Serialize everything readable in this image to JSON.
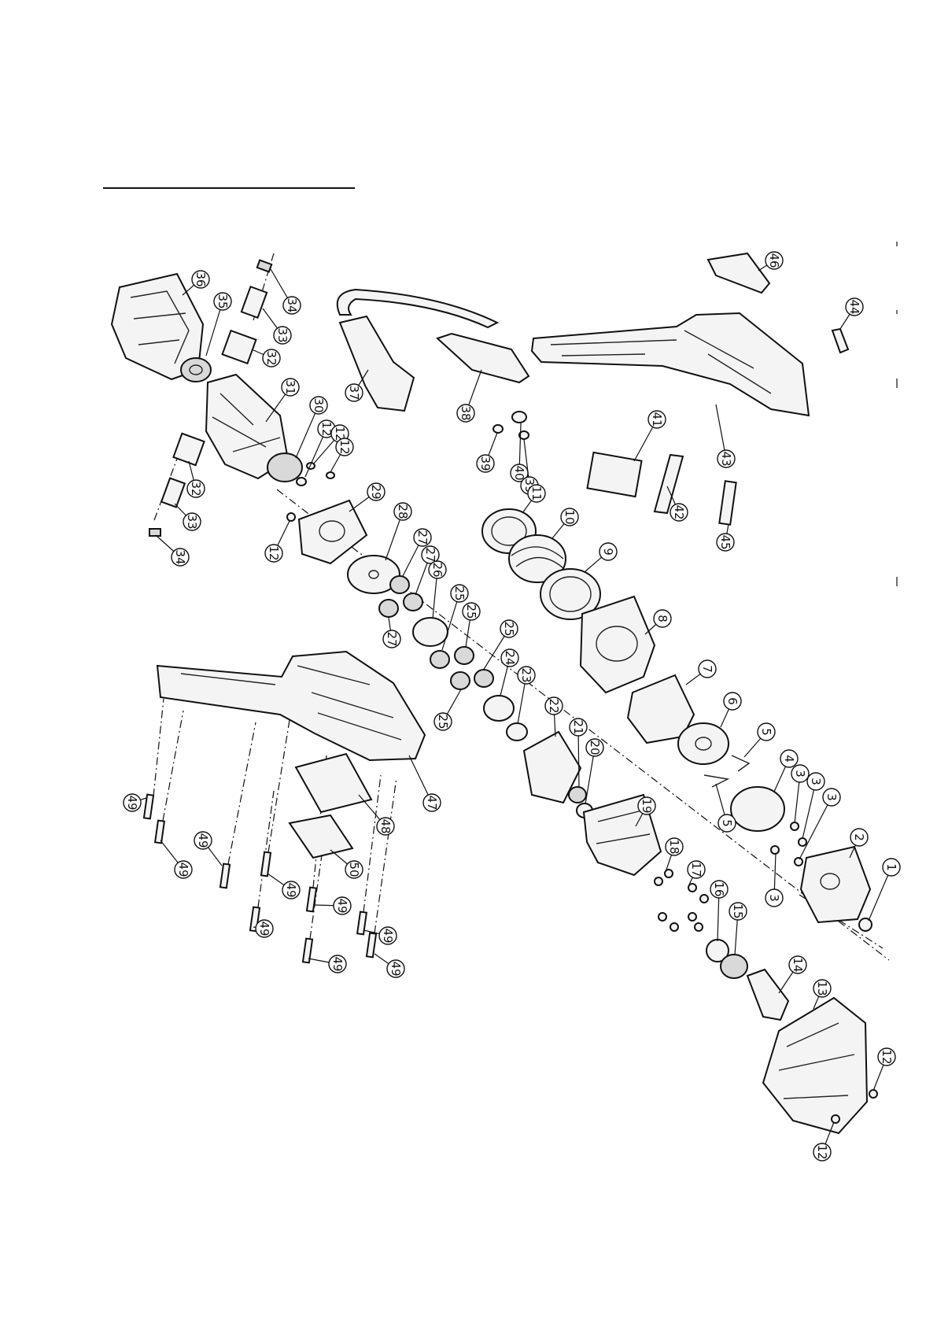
{
  "diagram": {
    "kind": "exploded parts view",
    "callouts": [
      {
        "id": "c-36",
        "label": "36"
      },
      {
        "id": "c-35",
        "label": "35"
      },
      {
        "id": "c-34a",
        "label": "34"
      },
      {
        "id": "c-33a",
        "label": "33"
      },
      {
        "id": "c-32a",
        "label": "32"
      },
      {
        "id": "c-31",
        "label": "31"
      },
      {
        "id": "c-30",
        "label": "30"
      },
      {
        "id": "c-12a",
        "label": "12"
      },
      {
        "id": "c-12b",
        "label": "12"
      },
      {
        "id": "c-12c",
        "label": "12"
      },
      {
        "id": "c-32b",
        "label": "32"
      },
      {
        "id": "c-33b",
        "label": "33"
      },
      {
        "id": "c-34b",
        "label": "34"
      },
      {
        "id": "c-12d",
        "label": "12"
      },
      {
        "id": "c-29",
        "label": "29"
      },
      {
        "id": "c-28",
        "label": "28"
      },
      {
        "id": "c-27a",
        "label": "27"
      },
      {
        "id": "c-27b",
        "label": "27"
      },
      {
        "id": "c-27c",
        "label": "27"
      },
      {
        "id": "c-26",
        "label": "26"
      },
      {
        "id": "c-25a",
        "label": "25"
      },
      {
        "id": "c-25b",
        "label": "25"
      },
      {
        "id": "c-25c",
        "label": "25"
      },
      {
        "id": "c-25d",
        "label": "25"
      },
      {
        "id": "c-24",
        "label": "24"
      },
      {
        "id": "c-23",
        "label": "23"
      },
      {
        "id": "c-22",
        "label": "22"
      },
      {
        "id": "c-21",
        "label": "21"
      },
      {
        "id": "c-20",
        "label": "20"
      },
      {
        "id": "c-19",
        "label": "19"
      },
      {
        "id": "c-18",
        "label": "18"
      },
      {
        "id": "c-17",
        "label": "17"
      },
      {
        "id": "c-16",
        "label": "16"
      },
      {
        "id": "c-15",
        "label": "15"
      },
      {
        "id": "c-14",
        "label": "14"
      },
      {
        "id": "c-13",
        "label": "13"
      },
      {
        "id": "c-12e",
        "label": "12"
      },
      {
        "id": "c-12f",
        "label": "12"
      },
      {
        "id": "c-37",
        "label": "37"
      },
      {
        "id": "c-38",
        "label": "38"
      },
      {
        "id": "c-39a",
        "label": "39"
      },
      {
        "id": "c-40",
        "label": "40"
      },
      {
        "id": "c-39b",
        "label": "39"
      },
      {
        "id": "c-11",
        "label": "11"
      },
      {
        "id": "c-10",
        "label": "10"
      },
      {
        "id": "c-9",
        "label": "9"
      },
      {
        "id": "c-8",
        "label": "8"
      },
      {
        "id": "c-7",
        "label": "7"
      },
      {
        "id": "c-6",
        "label": "6"
      },
      {
        "id": "c-5a",
        "label": "5"
      },
      {
        "id": "c-5b",
        "label": "5"
      },
      {
        "id": "c-4",
        "label": "4"
      },
      {
        "id": "c-3a",
        "label": "3"
      },
      {
        "id": "c-3b",
        "label": "3"
      },
      {
        "id": "c-3c",
        "label": "3"
      },
      {
        "id": "c-3d",
        "label": "3"
      },
      {
        "id": "c-2",
        "label": "2"
      },
      {
        "id": "c-1",
        "label": "1"
      },
      {
        "id": "c-41",
        "label": "41"
      },
      {
        "id": "c-42",
        "label": "42"
      },
      {
        "id": "c-43",
        "label": "43"
      },
      {
        "id": "c-44",
        "label": "44"
      },
      {
        "id": "c-45",
        "label": "45"
      },
      {
        "id": "c-46",
        "label": "46"
      },
      {
        "id": "c-47",
        "label": "47"
      },
      {
        "id": "c-48",
        "label": "48"
      },
      {
        "id": "c-50",
        "label": "50"
      },
      {
        "id": "c-49a",
        "label": "49"
      },
      {
        "id": "c-49b",
        "label": "49"
      },
      {
        "id": "c-49c",
        "label": "49"
      },
      {
        "id": "c-49d",
        "label": "49"
      },
      {
        "id": "c-49e",
        "label": "49"
      },
      {
        "id": "c-49f",
        "label": "49"
      },
      {
        "id": "c-49g",
        "label": "49"
      },
      {
        "id": "c-49h",
        "label": "49"
      },
      {
        "id": "c-49i",
        "label": "49"
      }
    ]
  }
}
